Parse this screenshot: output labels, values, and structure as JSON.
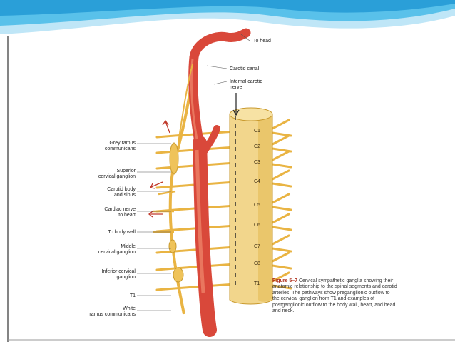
{
  "slide": {
    "banner_colors": {
      "dark": "#2a9fd8",
      "mid": "#59c1ea",
      "light": "#bfe6f7"
    }
  },
  "figure": {
    "left_labels": [
      "Grey ramus\ncommunicans",
      "Superior\ncervical ganglion",
      "Carotid body\nand sinus",
      "Cardiac nerve\nto heart",
      "To body wall",
      "Middle\ncervical ganglion",
      "Inferior cervical\nganglion",
      "T1",
      "White\nramus communicans"
    ],
    "right_labels": [
      "To head",
      "Carotid canal",
      "Internal carotid\nnerve"
    ],
    "segments": [
      "C1",
      "C2",
      "C3",
      "C4",
      "C5",
      "C6",
      "C7",
      "C8",
      "T1"
    ],
    "caption": {
      "label": "Figure 5–7",
      "text": " Cervical sympathetic ganglia showing their anatomic relationship to the spinal segments and carotid arteries. The pathways show preganglionic outflow to the cervical ganglion from T1 and examples of postganglionic outflow to the body wall, heart, and head and neck."
    },
    "colors": {
      "artery": "#d9483a",
      "artery_light": "#ef8a6e",
      "nerve": "#e9b443",
      "cord": "#f2d68c"
    }
  }
}
